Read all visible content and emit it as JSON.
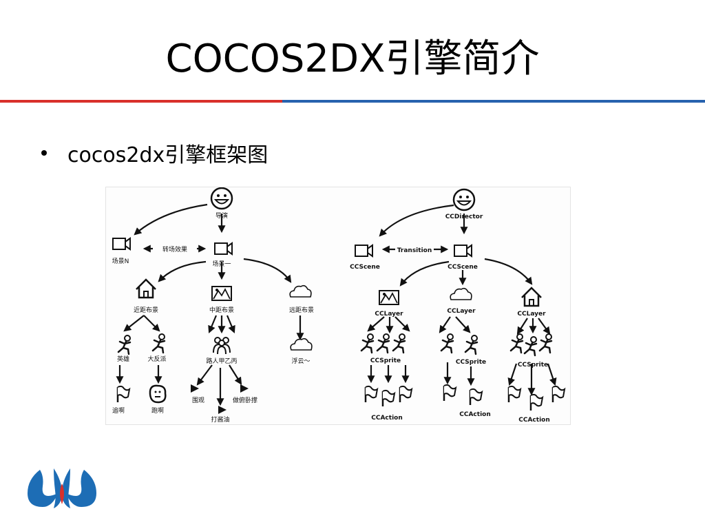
{
  "slide": {
    "title": "COCOS2DX引擎简介",
    "bullet": "cocos2dx引擎框架图"
  },
  "colors": {
    "accent_red": "#d9302b",
    "accent_blue": "#2762ae",
    "logo_blue": "#1d6db5"
  },
  "diagram": {
    "left": {
      "director": "导演",
      "scene_n": "场景N",
      "transition": "转场效果",
      "scene_one": "场景一",
      "near_layer": "近距布景",
      "mid_layer": "中距布景",
      "far_layer": "远距布景",
      "hero": "英雄",
      "villain": "大反派",
      "passersby": "路人甲乙丙",
      "far_child": "浮云～",
      "chase": "追啊",
      "run": "跑啊",
      "watch": "围观",
      "soy": "打酱油",
      "pushup": "做俯卧撑"
    },
    "right": {
      "director": "CCDirector",
      "scene_left": "CCScene",
      "transition": "Transition",
      "scene": "CCScene",
      "layer1": "CCLayer",
      "layer2": "CCLayer",
      "layer3": "CCLayer",
      "sprite1": "CCSprite",
      "sprite2": "CCSprite",
      "sprite3": "CCSprite",
      "action1": "CCAction",
      "action2": "CCAction",
      "action3": "CCAction"
    }
  }
}
